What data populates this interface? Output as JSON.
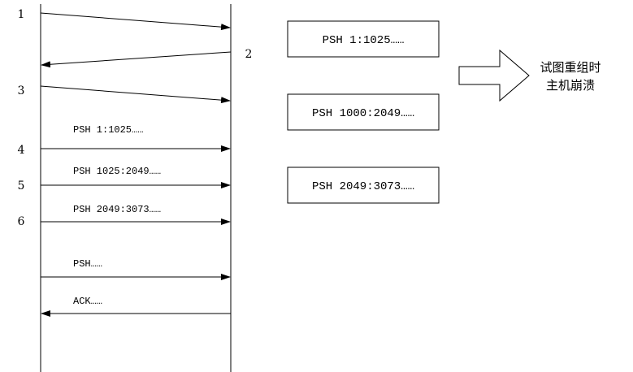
{
  "diagram": {
    "steps": [
      {
        "num": "1"
      },
      {
        "num": "2"
      },
      {
        "num": "3"
      },
      {
        "num": "4",
        "label": "PSH 1:1025……"
      },
      {
        "num": "5",
        "label": "PSH 1025:2049……"
      },
      {
        "num": "6",
        "label": "PSH 2049:3073……"
      },
      {
        "label": "PSH……"
      },
      {
        "label": "ACK……"
      }
    ],
    "boxes": [
      "PSH 1:1025……",
      "PSH 1000:2049……",
      "PSH 2049:3073……"
    ],
    "result_text": [
      "试图重组时",
      "主机崩溃"
    ]
  }
}
